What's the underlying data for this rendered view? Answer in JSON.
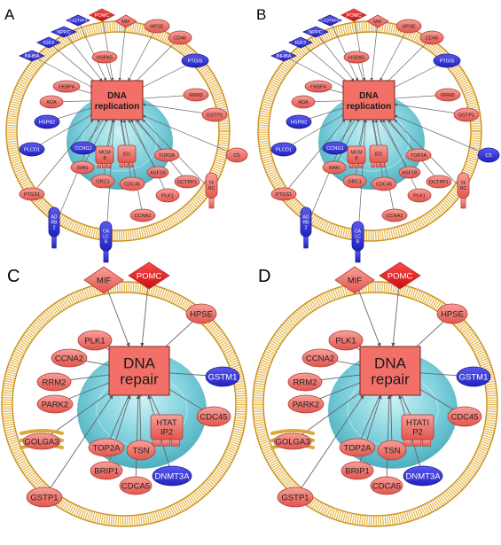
{
  "colors": {
    "red_node": "#ee6a63",
    "red_node_stroke": "#b23a33",
    "light_red_node": "#f08a84",
    "blue_node": "#3434d8",
    "blue_node_stroke": "#1c1c8c",
    "bright_red": "#e51a1a",
    "membrane_outer": "#c98f1e",
    "membrane_fill": "#e6b64a",
    "nucleus": "#7fd3de",
    "edge": "#666666",
    "golgi": "#f2d47a"
  },
  "panels": [
    {
      "letter": "A",
      "center_label": [
        "DNA",
        "replication"
      ],
      "nodes": [
        {
          "id": "pomc",
          "label": "POMC",
          "shape": "diamond",
          "color": "bright"
        },
        {
          "id": "c1qtnf3",
          "label": "C1QTNF3",
          "shape": "diamond",
          "color": "blue"
        },
        {
          "id": "nppc",
          "label": "NPPC",
          "shape": "diamond",
          "color": "blue"
        },
        {
          "id": "igf2",
          "label": "IGF2",
          "shape": "diamond",
          "color": "blue"
        },
        {
          "id": "inhba",
          "label": "INHBA",
          "shape": "diamond",
          "color": "blue"
        },
        {
          "id": "mif",
          "label": "MIF",
          "shape": "diamond",
          "color": "red"
        },
        {
          "id": "hspa5",
          "label": "HSPA5",
          "shape": "ellipse",
          "color": "red"
        },
        {
          "id": "hpse",
          "label": "HPSE",
          "shape": "ellipse",
          "color": "red"
        },
        {
          "id": "cd46",
          "label": "CD46",
          "shape": "ellipse",
          "color": "red"
        },
        {
          "id": "ptgis",
          "label": "PTGIS",
          "shape": "ellipse",
          "color": "blue"
        },
        {
          "id": "fkbp4",
          "label": "FKBP4",
          "shape": "ellipse",
          "color": "red"
        },
        {
          "id": "ada",
          "label": "ADA",
          "shape": "ellipse",
          "color": "red"
        },
        {
          "id": "hspb2",
          "label": "HSPB2",
          "shape": "ellipse",
          "color": "blue"
        },
        {
          "id": "rrm2",
          "label": "RRM2",
          "shape": "ellipse",
          "color": "red"
        },
        {
          "id": "gstp1",
          "label": "GSTP1",
          "shape": "ellipse",
          "color": "red"
        },
        {
          "id": "plcd1",
          "label": "PLCD1",
          "shape": "ellipse",
          "color": "blue"
        },
        {
          "id": "ccng1",
          "label": "CCNG1",
          "shape": "ellipse",
          "color": "blue"
        },
        {
          "id": "mcm8",
          "label": "MCM 8",
          "shape": "rect",
          "color": "red"
        },
        {
          "id": "id1",
          "label": "ID1",
          "shape": "rect",
          "color": "red"
        },
        {
          "id": "top2a",
          "label": "TOP2A",
          "shape": "ellipse",
          "color": "red"
        },
        {
          "id": "c5",
          "label": "C5",
          "shape": "ellipse",
          "color": "red"
        },
        {
          "id": "ran",
          "label": "RAN",
          "shape": "ellipse",
          "color": "red"
        },
        {
          "id": "asf1b",
          "label": "ASF1B",
          "shape": "ellipse",
          "color": "red"
        },
        {
          "id": "orc1",
          "label": "ORC1",
          "shape": "ellipse",
          "color": "red"
        },
        {
          "id": "cdc45",
          "label": "CDC45",
          "shape": "ellipse",
          "color": "red"
        },
        {
          "id": "dctpp1",
          "label": "DCTPP1",
          "shape": "ellipse",
          "color": "red"
        },
        {
          "id": "tfrc",
          "label": "TF RC",
          "shape": "receptor",
          "color": "red"
        },
        {
          "id": "ptgs1",
          "label": "PTGS1",
          "shape": "ellipse",
          "color": "red"
        },
        {
          "id": "plk1",
          "label": "PLK1",
          "shape": "ellipse",
          "color": "red"
        },
        {
          "id": "ccna2",
          "label": "CCNA2",
          "shape": "ellipse",
          "color": "red"
        },
        {
          "id": "adrb2",
          "label": "AD RB 2",
          "shape": "receptor",
          "color": "blue"
        },
        {
          "id": "calcr",
          "label": "CA LC R",
          "shape": "receptor",
          "color": "blue"
        }
      ]
    },
    {
      "letter": "B",
      "center_label": [
        "DNA",
        "replication"
      ],
      "nodes": [
        {
          "id": "pomc",
          "label": "POMC",
          "shape": "diamond",
          "color": "bright"
        },
        {
          "id": "c1qtnf3",
          "label": "C1QTNF3",
          "shape": "diamond",
          "color": "blue"
        },
        {
          "id": "nppc",
          "label": "NPPC",
          "shape": "diamond",
          "color": "blue"
        },
        {
          "id": "igf2",
          "label": "IGF2",
          "shape": "diamond",
          "color": "blue"
        },
        {
          "id": "inhba",
          "label": "INHBA",
          "shape": "diamond",
          "color": "blue"
        },
        {
          "id": "mif",
          "label": "MIF",
          "shape": "diamond",
          "color": "red"
        },
        {
          "id": "hspa5",
          "label": "HSPA5",
          "shape": "ellipse",
          "color": "red"
        },
        {
          "id": "hpse",
          "label": "HPSE",
          "shape": "ellipse",
          "color": "red"
        },
        {
          "id": "cd46",
          "label": "CD46",
          "shape": "ellipse",
          "color": "red"
        },
        {
          "id": "ptgis",
          "label": "PTGIS",
          "shape": "ellipse",
          "color": "blue"
        },
        {
          "id": "fkbp4",
          "label": "FKBP4",
          "shape": "ellipse",
          "color": "red"
        },
        {
          "id": "ada",
          "label": "ADA",
          "shape": "ellipse",
          "color": "red"
        },
        {
          "id": "hspb2",
          "label": "HSPB2",
          "shape": "ellipse",
          "color": "blue"
        },
        {
          "id": "rrm2",
          "label": "RRM2",
          "shape": "ellipse",
          "color": "red"
        },
        {
          "id": "gstp1",
          "label": "GSTP1",
          "shape": "ellipse",
          "color": "red"
        },
        {
          "id": "plcd1",
          "label": "PLCD1",
          "shape": "ellipse",
          "color": "blue"
        },
        {
          "id": "ccng1",
          "label": "CCNG1",
          "shape": "ellipse",
          "color": "blue"
        },
        {
          "id": "mcm8",
          "label": "MCM 8",
          "shape": "rect",
          "color": "red"
        },
        {
          "id": "id1",
          "label": "ID1",
          "shape": "rect",
          "color": "red"
        },
        {
          "id": "top2a",
          "label": "TOP2A",
          "shape": "ellipse",
          "color": "red"
        },
        {
          "id": "c5",
          "label": "C5",
          "shape": "ellipse",
          "color": "blue"
        },
        {
          "id": "ran",
          "label": "RAN",
          "shape": "ellipse",
          "color": "red"
        },
        {
          "id": "asf1b",
          "label": "ASF1B",
          "shape": "ellipse",
          "color": "red"
        },
        {
          "id": "orc1",
          "label": "ORC1",
          "shape": "ellipse",
          "color": "red"
        },
        {
          "id": "cdc45",
          "label": "CDC45",
          "shape": "ellipse",
          "color": "red"
        },
        {
          "id": "dctpp1",
          "label": "DCTPP1",
          "shape": "ellipse",
          "color": "red"
        },
        {
          "id": "tfrc",
          "label": "TF RC",
          "shape": "receptor",
          "color": "red"
        },
        {
          "id": "ptgs1",
          "label": "PTGS1",
          "shape": "ellipse",
          "color": "red"
        },
        {
          "id": "plk1",
          "label": "PLK1",
          "shape": "ellipse",
          "color": "red"
        },
        {
          "id": "ccna2",
          "label": "CCNA2",
          "shape": "ellipse",
          "color": "red"
        },
        {
          "id": "adrb2",
          "label": "AD RB 2",
          "shape": "receptor",
          "color": "blue"
        },
        {
          "id": "calcr",
          "label": "CA LC R",
          "shape": "receptor",
          "color": "blue"
        }
      ]
    },
    {
      "letter": "C",
      "center_label": [
        "DNA",
        "repair"
      ],
      "nodes": [
        {
          "id": "mif",
          "label": "MIF",
          "shape": "diamond",
          "color": "red"
        },
        {
          "id": "pomc",
          "label": "POMC",
          "shape": "diamond",
          "color": "bright"
        },
        {
          "id": "hpse",
          "label": "HPSE",
          "shape": "ellipse",
          "color": "red"
        },
        {
          "id": "plk1",
          "label": "PLK1",
          "shape": "ellipse",
          "color": "red"
        },
        {
          "id": "ccna2",
          "label": "CCNA2",
          "shape": "ellipse",
          "color": "red"
        },
        {
          "id": "gstm1",
          "label": "GSTM1",
          "shape": "ellipse",
          "color": "blue"
        },
        {
          "id": "rrm2",
          "label": "RRM2",
          "shape": "ellipse",
          "color": "red"
        },
        {
          "id": "park2",
          "label": "PARK2",
          "shape": "ellipse",
          "color": "red"
        },
        {
          "id": "cdc45",
          "label": "CDC45",
          "shape": "ellipse",
          "color": "red"
        },
        {
          "id": "golga3",
          "label": "GOLGA3",
          "shape": "golgi",
          "color": "red"
        },
        {
          "id": "htatip2",
          "label": "HTAT IP2",
          "shape": "rect",
          "color": "red"
        },
        {
          "id": "top2a",
          "label": "TOP2A",
          "shape": "ellipse",
          "color": "red"
        },
        {
          "id": "tsn",
          "label": "TSN",
          "shape": "ellipse",
          "color": "red"
        },
        {
          "id": "brip1",
          "label": "BRIP1",
          "shape": "ellipse",
          "color": "red"
        },
        {
          "id": "dnmt3a",
          "label": "DNMT3A",
          "shape": "ellipse",
          "color": "blue"
        },
        {
          "id": "cdca5",
          "label": "CDCA5",
          "shape": "ellipse",
          "color": "red"
        },
        {
          "id": "gstp1",
          "label": "GSTP1",
          "shape": "ellipse",
          "color": "red"
        }
      ]
    },
    {
      "letter": "D",
      "center_label": [
        "DNA",
        "repair"
      ],
      "nodes": [
        {
          "id": "mif",
          "label": "MIF",
          "shape": "diamond",
          "color": "red"
        },
        {
          "id": "pomc",
          "label": "POMC",
          "shape": "diamond",
          "color": "bright"
        },
        {
          "id": "hpse",
          "label": "HPSE",
          "shape": "ellipse",
          "color": "red"
        },
        {
          "id": "plk1",
          "label": "PLK1",
          "shape": "ellipse",
          "color": "red"
        },
        {
          "id": "ccna2",
          "label": "CCNA2",
          "shape": "ellipse",
          "color": "red"
        },
        {
          "id": "gstm1",
          "label": "GSTM1",
          "shape": "ellipse",
          "color": "blue"
        },
        {
          "id": "rrm2",
          "label": "RRM2",
          "shape": "ellipse",
          "color": "red"
        },
        {
          "id": "park2",
          "label": "PARK2",
          "shape": "ellipse",
          "color": "red"
        },
        {
          "id": "cdc45",
          "label": "CDC45",
          "shape": "ellipse",
          "color": "red"
        },
        {
          "id": "golga3",
          "label": "GOLGA3",
          "shape": "golgi",
          "color": "red"
        },
        {
          "id": "htatip2",
          "label": "HTATI P2",
          "shape": "rect",
          "color": "red"
        },
        {
          "id": "top2a",
          "label": "TOP2A",
          "shape": "ellipse",
          "color": "red"
        },
        {
          "id": "tsn",
          "label": "TSN",
          "shape": "ellipse",
          "color": "red"
        },
        {
          "id": "brip1",
          "label": "BRIP1",
          "shape": "ellipse",
          "color": "red"
        },
        {
          "id": "dnmt3a",
          "label": "DNMT3A",
          "shape": "ellipse",
          "color": "blue"
        },
        {
          "id": "cdca5",
          "label": "CDCA5",
          "shape": "ellipse",
          "color": "red"
        },
        {
          "id": "gstp1",
          "label": "GSTP1",
          "shape": "ellipse",
          "color": "red"
        }
      ]
    }
  ]
}
